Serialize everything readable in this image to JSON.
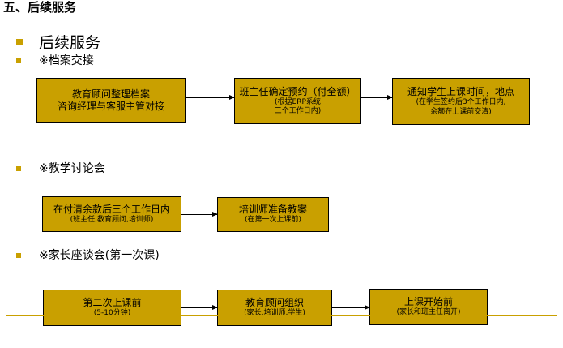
{
  "heading": "五、后续服务",
  "section_title": "后续服务",
  "colors": {
    "box_fill": "#c9a000",
    "bullet": "#c9a000",
    "rule": "#c9a000"
  },
  "sections": [
    {
      "label": "※档案交接",
      "boxes": [
        {
          "lines": [
            "教育顾问整理档案",
            "咨询经理与客服主管对接"
          ],
          "small": []
        },
        {
          "lines": [
            "班主任确定预约（付全额）"
          ],
          "small": [
            "(根据ERP系统",
            "三个工作日内)"
          ]
        },
        {
          "lines": [
            "通知学生上课时间，地点"
          ],
          "small": [
            "(在学生签约后3个工作日内,",
            "余额在上课前交清)"
          ]
        }
      ]
    },
    {
      "label": "※教学讨论会",
      "boxes": [
        {
          "lines": [
            "在付清余款后三个工作日内"
          ],
          "small": [
            "(班主任,教育顾问,培训师)"
          ]
        },
        {
          "lines": [
            "培训师准备教案"
          ],
          "small": [
            "(在第一次上课前)"
          ]
        }
      ]
    },
    {
      "label": "※家长座谈会(第一次课)",
      "boxes": [
        {
          "lines": [
            "第二次上课前"
          ],
          "small": [
            "(5-10分钟)"
          ]
        },
        {
          "lines": [
            "教育顾问组织"
          ],
          "small": [
            "(家长,培训师,学生)"
          ]
        },
        {
          "lines": [
            "上课开始前"
          ],
          "small": [
            "(家长和班主任离开)"
          ]
        }
      ]
    }
  ]
}
